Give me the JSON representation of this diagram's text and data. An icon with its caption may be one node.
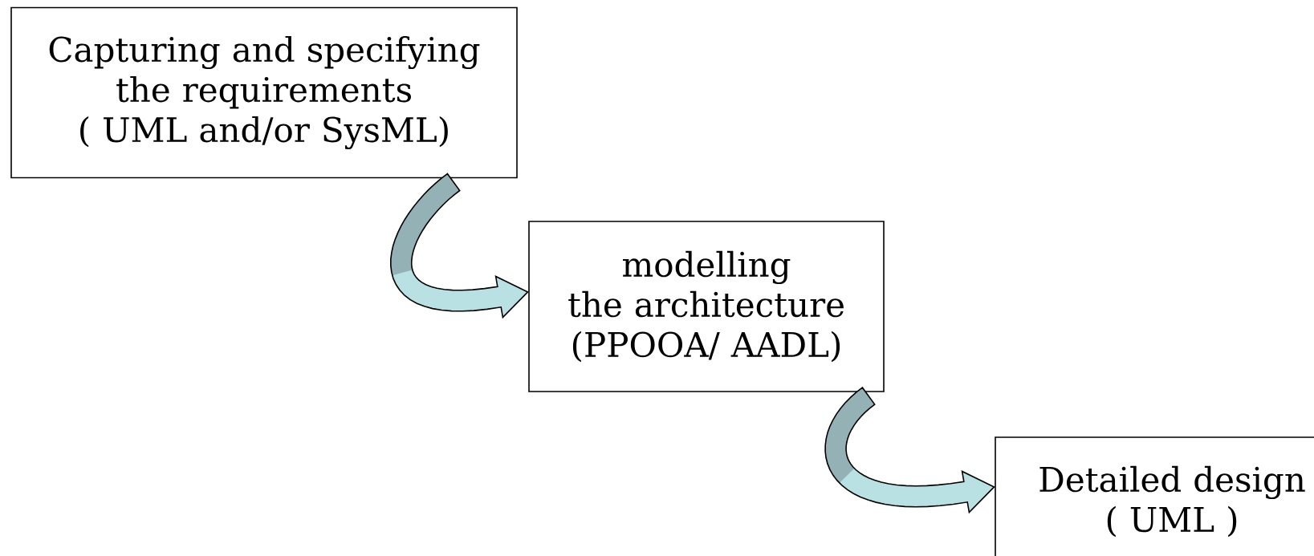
{
  "diagram": {
    "nodes": [
      {
        "text": [
          "Capturing and specifying the requirements",
          "( UML and/or SysML)"
        ]
      },
      {
        "text": [
          "modelling",
          "the architecture",
          "(PPOOA/ AADL)"
        ]
      },
      {
        "text": [
          "Detailed design",
          "( UML )"
        ]
      }
    ],
    "edges": [
      {
        "from": 0,
        "to": 1,
        "arrow": "to"
      },
      {
        "from": 1,
        "to": 2,
        "arrow": "to"
      }
    ]
  }
}
